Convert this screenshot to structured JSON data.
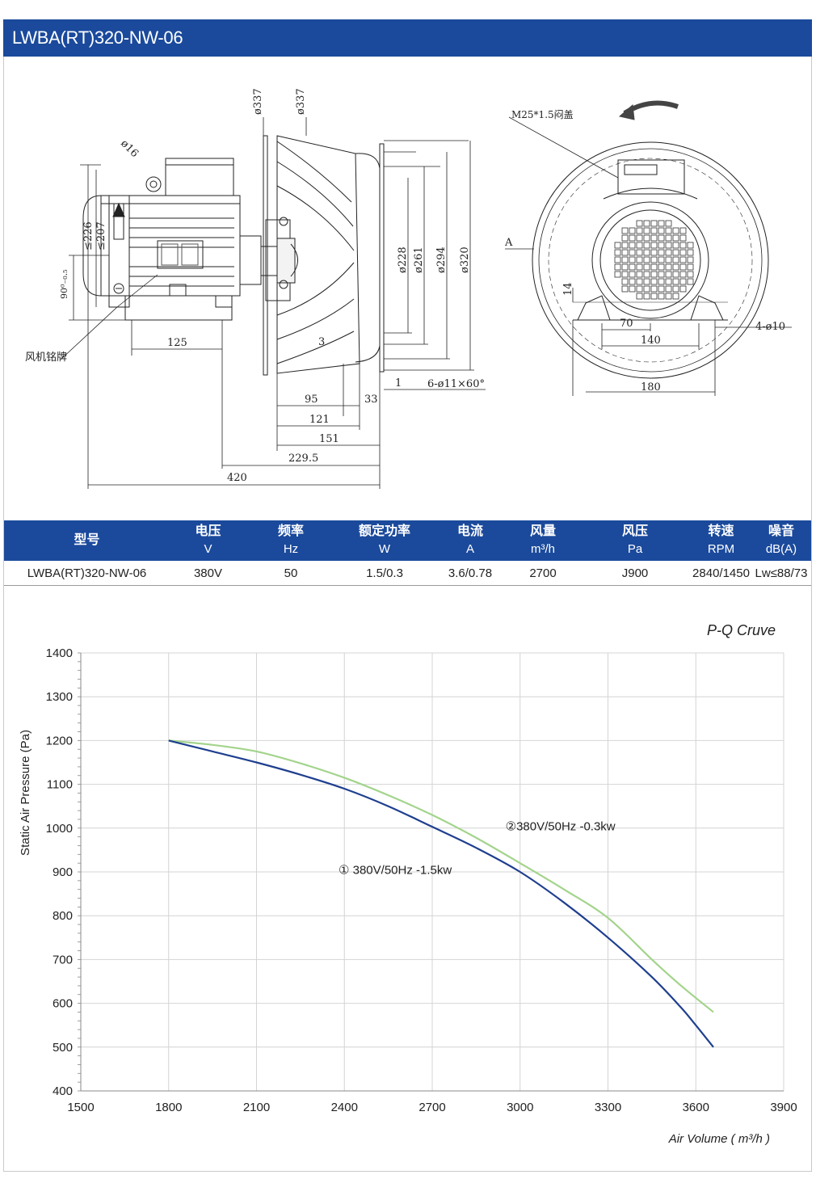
{
  "header": {
    "title": "LWBA(RT)320-NW-06"
  },
  "drawing": {
    "side": {
      "d337a": "ø337",
      "d337b": "ø337",
      "d16": "ø16",
      "h226": "≤226",
      "h207": "≤207",
      "h90": "90⁰₋₀.₅",
      "d228": "ø228",
      "d261": "ø261",
      "d294": "ø294",
      "d320": "ø320",
      "d3": "3",
      "d1": "1",
      "holes": "6-ø11×60°",
      "l125": "125",
      "l95": "95",
      "l33": "33",
      "l121": "121",
      "l151": "151",
      "l2295": "229.5",
      "l420": "420",
      "nameplate": "风机铭牌"
    },
    "front": {
      "plug": "M25*1.5闷盖",
      "viewA": "A",
      "h14": "14",
      "l70": "70",
      "l140": "140",
      "l180": "180",
      "holes": "4-ø10"
    }
  },
  "table": {
    "headers": [
      {
        "label": "型号",
        "unit": ""
      },
      {
        "label": "电压",
        "unit": "V"
      },
      {
        "label": "频率",
        "unit": "Hz"
      },
      {
        "label": "额定功率",
        "unit": "W"
      },
      {
        "label": "电流",
        "unit": "A"
      },
      {
        "label": "风量",
        "unit": "m³/h"
      },
      {
        "label": "风压",
        "unit": "Pa"
      },
      {
        "label": "转速",
        "unit": "RPM"
      },
      {
        "label": "噪音",
        "unit": "dB(A)"
      }
    ],
    "rows": [
      [
        "LWBA(RT)320-NW-06",
        "380V",
        "50",
        "1.5/0.3",
        "3.6/0.78",
        "2700",
        "J900",
        "2840/1450",
        "Lw≤88/73"
      ]
    ]
  },
  "chart_data": {
    "type": "line",
    "title": "P-Q Cruve",
    "xlabel": "Air Volume ( m³/h )",
    "ylabel": "Static Air Pressure  (Pa)",
    "xlim": [
      1500,
      3900
    ],
    "ylim": [
      400,
      1400
    ],
    "xticks": [
      1500,
      1800,
      2100,
      2400,
      2700,
      3000,
      3300,
      3600,
      3900
    ],
    "yticks": [
      400,
      500,
      600,
      700,
      800,
      900,
      1000,
      1100,
      1200,
      1300,
      1400
    ],
    "grid": true,
    "series": [
      {
        "name": "① 380V/50Hz -1.5kw",
        "color": "#1f3f8f",
        "x": [
          1800,
          1950,
          2100,
          2250,
          2400,
          2550,
          2700,
          2850,
          3000,
          3150,
          3300,
          3450,
          3550,
          3600,
          3660
        ],
        "y": [
          1200,
          1175,
          1150,
          1122,
          1090,
          1050,
          1003,
          955,
          900,
          830,
          750,
          660,
          590,
          550,
          500
        ]
      },
      {
        "name": "②380V/50Hz -0.3kw",
        "color": "#a3d48c",
        "x": [
          1800,
          1950,
          2100,
          2250,
          2400,
          2550,
          2700,
          2850,
          3000,
          3150,
          3300,
          3450,
          3550,
          3660
        ],
        "y": [
          1200,
          1190,
          1175,
          1148,
          1115,
          1075,
          1030,
          978,
          920,
          860,
          795,
          700,
          640,
          580
        ]
      }
    ],
    "label_positions": [
      {
        "x": 2380,
        "y": 895
      },
      {
        "x": 2950,
        "y": 995
      }
    ]
  }
}
